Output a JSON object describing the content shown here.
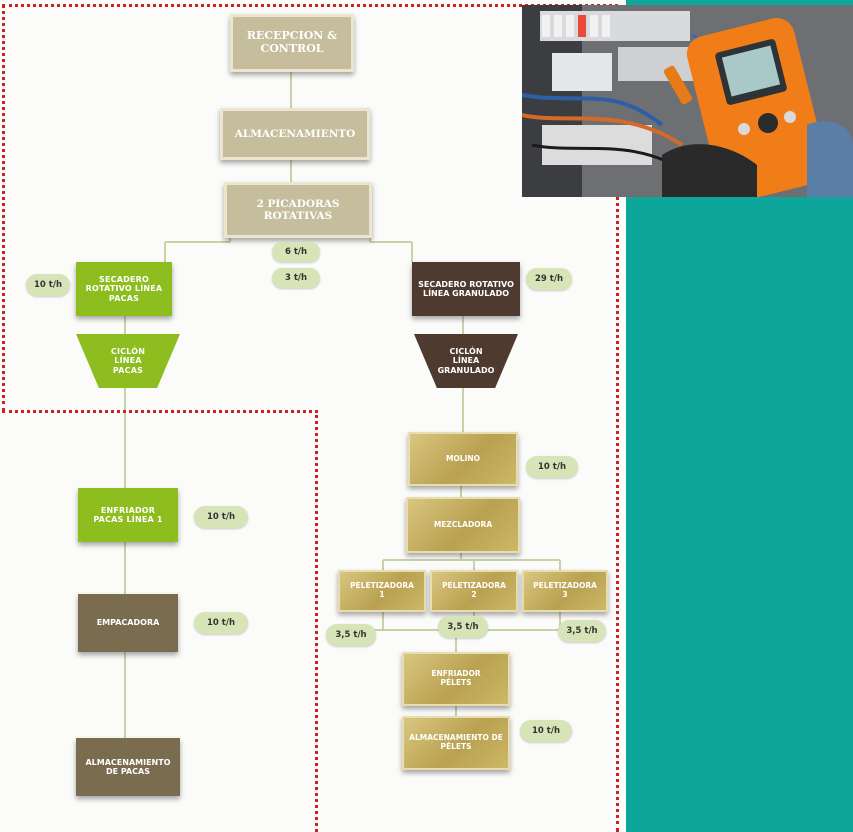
{
  "nodes": {
    "recepcion": "RECEPCION & CONTROL",
    "almacenamiento": "ALMACENAMIENTO",
    "picadoras": "2 PICADORAS ROTATIVAS",
    "secadero_pacas": "SECADERO ROTATIVO LÍNEA PACAS",
    "secadero_granulado": "SECADERO ROTATIVO LÍNEA GRANULADO",
    "ciclon_pacas": "CICLÓN LÍNEA PACAS",
    "ciclon_granulado": "CICLÓN LÍNEA GRANULADO",
    "enfriador_pacas": "ENFRIADOR PACAS LÍNEA 1",
    "empacadora": "EMPACADORA",
    "almacenamiento_pacas": "ALMACENAMIENTO DE PACAS",
    "molino": "MOLINO",
    "mezcladora": "MEZCLADORA",
    "peletizadora_1": "PELETIZADORA 1",
    "peletizadora_2": "PELETIZADORA 2",
    "peletizadora_3": "PELETIZADORA 3",
    "enfriador_pelets": "ENFRIADOR PÉLETS",
    "almacenamiento_pelets": "ALMACENAMIENTO DE PÉLETS"
  },
  "rates": {
    "secadero_pacas": "10 t/h",
    "picadoras_a": "6 t/h",
    "picadoras_b": "3 t/h",
    "secadero_granulado": "29 t/h",
    "enfriador_pacas": "10 t/h",
    "empacadora": "10 t/h",
    "molino": "10 t/h",
    "peletizadora_1": "3,5 t/h",
    "peletizadora_2": "3,5 t/h",
    "peletizadora_3": "3,5 t/h",
    "almacenamiento_pelets": "10 t/h"
  },
  "colors": {
    "background": "#0ea59a",
    "border_dots": "#cc2222",
    "green_node": "#8dbd1e",
    "brown_node": "#4e3a2f",
    "tan_node": "#c5bd9c",
    "gold_node": "#c4ad5c",
    "rate_pill": "#d7e4b8"
  },
  "photo": "electrician-measuring-panel-image"
}
